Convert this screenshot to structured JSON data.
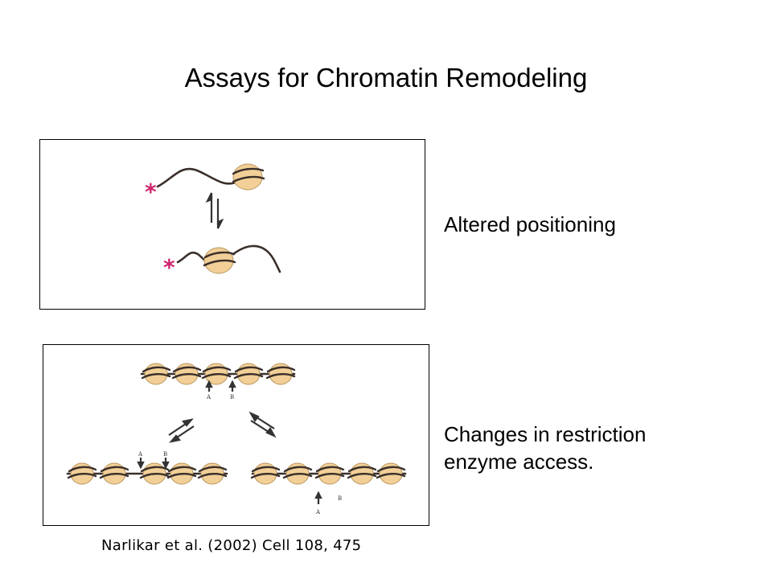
{
  "title": "Assays for Chromatin Remodeling",
  "panels": [
    {
      "caption": "Altered positioning"
    },
    {
      "caption_lines": [
        "Changes in restriction",
        "enzyme access."
      ],
      "site_labels": [
        "A",
        "B"
      ]
    }
  ],
  "citation": "Narlikar et al. (2002) Cell 108, 475",
  "colors": {
    "label_star": "#d0256e",
    "nucleosome": "#f1cf97",
    "dna": "#3a2f2a"
  }
}
